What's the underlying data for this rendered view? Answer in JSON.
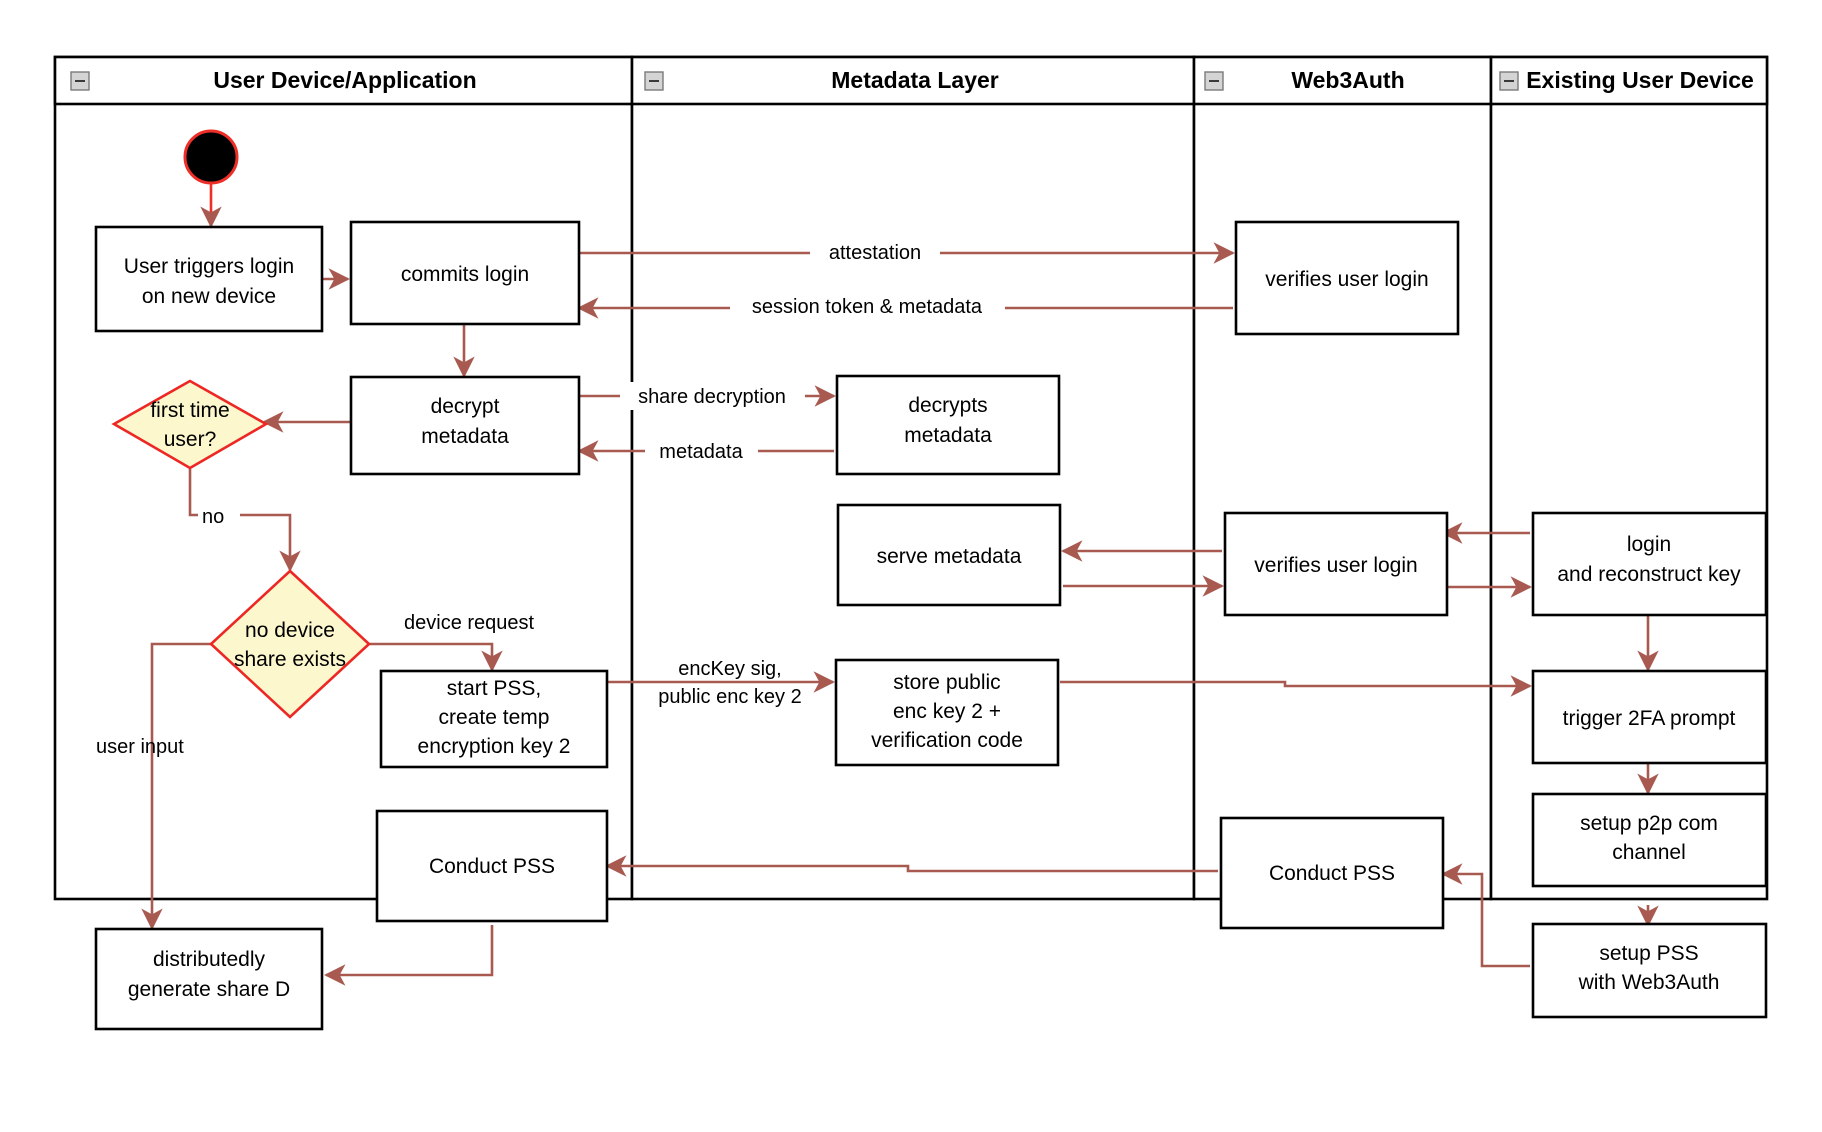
{
  "diagram": {
    "type": "uml-activity-swimlane",
    "title": "Web3Auth new-device login and PSS flow",
    "colors": {
      "lane_border": "#000000",
      "node_border": "#000000",
      "node_fill": "#ffffff",
      "edge": "#a85a50",
      "decision_fill": "#fcf7cc",
      "decision_border": "#ed2724",
      "start_fill": "#000000",
      "start_border": "#ee2f28",
      "collapse_icon_fill": "#d4d4d4"
    },
    "lanes": [
      {
        "id": "lane-user-device",
        "label": "User Device/Application",
        "collapse_icon": "minus-box-icon"
      },
      {
        "id": "lane-metadata",
        "label": "Metadata Layer",
        "collapse_icon": "minus-box-icon"
      },
      {
        "id": "lane-web3auth",
        "label": "Web3Auth",
        "collapse_icon": "minus-box-icon"
      },
      {
        "id": "lane-existing-device",
        "label": "Existing User Device",
        "collapse_icon": "minus-box-icon"
      }
    ],
    "nodes": [
      {
        "id": "start",
        "shape": "initial-node",
        "label": "",
        "lane": "lane-user-device"
      },
      {
        "id": "user-triggers-login",
        "shape": "activity",
        "lane": "lane-user-device",
        "lines": [
          "User triggers login",
          "on new device"
        ]
      },
      {
        "id": "commits-login",
        "shape": "activity",
        "lane": "lane-user-device",
        "lines": [
          "commits login"
        ]
      },
      {
        "id": "verifies-user-login-1",
        "shape": "activity",
        "lane": "lane-web3auth",
        "lines": [
          "verifies user login"
        ]
      },
      {
        "id": "decrypt-metadata",
        "shape": "activity",
        "lane": "lane-user-device",
        "lines": [
          "decrypt",
          "metadata"
        ]
      },
      {
        "id": "first-time-user",
        "shape": "decision",
        "lane": "lane-user-device",
        "lines": [
          "first time",
          "user?"
        ]
      },
      {
        "id": "decrypts-metadata",
        "shape": "activity",
        "lane": "lane-metadata",
        "lines": [
          "decrypts",
          "metadata"
        ]
      },
      {
        "id": "serve-metadata",
        "shape": "activity",
        "lane": "lane-metadata",
        "lines": [
          "serve metadata"
        ]
      },
      {
        "id": "verifies-user-login-2",
        "shape": "activity",
        "lane": "lane-web3auth",
        "lines": [
          "verifies user login"
        ]
      },
      {
        "id": "login-reconstruct-key",
        "shape": "activity",
        "lane": "lane-existing-device",
        "lines": [
          "login",
          "and reconstruct key"
        ]
      },
      {
        "id": "no-device-share-exists",
        "shape": "decision",
        "lane": "lane-user-device",
        "lines": [
          "no device",
          "share exists"
        ]
      },
      {
        "id": "start-pss-create-temp-key",
        "shape": "activity",
        "lane": "lane-user-device",
        "lines": [
          "start PSS,",
          "create temp",
          "encryption key 2"
        ]
      },
      {
        "id": "store-public-enc-key",
        "shape": "activity",
        "lane": "lane-metadata",
        "lines": [
          "store public",
          "enc key 2 +",
          "verification code"
        ]
      },
      {
        "id": "trigger-2fa-prompt",
        "shape": "activity",
        "lane": "lane-existing-device",
        "lines": [
          "trigger 2FA prompt"
        ]
      },
      {
        "id": "setup-p2p-com-channel",
        "shape": "activity",
        "lane": "lane-existing-device",
        "lines": [
          "setup p2p com",
          "channel"
        ]
      },
      {
        "id": "conduct-pss-user",
        "shape": "activity",
        "lane": "lane-user-device",
        "lines": [
          "Conduct PSS"
        ]
      },
      {
        "id": "conduct-pss-web3auth",
        "shape": "activity",
        "lane": "lane-web3auth",
        "lines": [
          "Conduct PSS"
        ]
      },
      {
        "id": "setup-pss-with-web3auth",
        "shape": "activity",
        "lane": "lane-existing-device",
        "lines": [
          "setup PSS",
          "with Web3Auth"
        ]
      },
      {
        "id": "distributedly-generate-share-d",
        "shape": "activity",
        "lane": "lane-user-device",
        "lines": [
          "distributedly",
          "generate share D"
        ]
      }
    ],
    "edges": [
      {
        "id": "edge-start-to-trigger",
        "from": "start",
        "to": "user-triggers-login",
        "label": ""
      },
      {
        "id": "edge-trigger-to-commits",
        "from": "user-triggers-login",
        "to": "commits-login",
        "label": ""
      },
      {
        "id": "edge-commits-to-verifies",
        "from": "commits-login",
        "to": "verifies-user-login-1",
        "label": "attestation"
      },
      {
        "id": "edge-verifies-to-commits",
        "from": "verifies-user-login-1",
        "to": "commits-login",
        "label": "session token & metadata"
      },
      {
        "id": "edge-commits-to-decrypt",
        "from": "commits-login",
        "to": "decrypt-metadata",
        "label": ""
      },
      {
        "id": "edge-decrypt-to-decrypts",
        "from": "decrypt-metadata",
        "to": "decrypts-metadata",
        "label": "share decryption"
      },
      {
        "id": "edge-decrypts-to-decrypt",
        "from": "decrypts-metadata",
        "to": "decrypt-metadata",
        "label": "metadata"
      },
      {
        "id": "edge-decrypt-to-firsttime",
        "from": "decrypt-metadata",
        "to": "first-time-user",
        "label": ""
      },
      {
        "id": "edge-firsttime-to-nodevice",
        "from": "first-time-user",
        "to": "no-device-share-exists",
        "label": "no"
      },
      {
        "id": "edge-existing-to-verifies2",
        "from": "login-reconstruct-key",
        "to": "verifies-user-login-2",
        "label": ""
      },
      {
        "id": "edge-verifies2-to-existing",
        "from": "verifies-user-login-2",
        "to": "login-reconstruct-key",
        "label": ""
      },
      {
        "id": "edge-verifies2-to-serve",
        "from": "verifies-user-login-2",
        "to": "serve-metadata",
        "label": ""
      },
      {
        "id": "edge-serve-to-verifies2",
        "from": "serve-metadata",
        "to": "verifies-user-login-2",
        "label": ""
      },
      {
        "id": "edge-nodevice-to-startpss",
        "from": "no-device-share-exists",
        "to": "start-pss-create-temp-key",
        "label": "device request"
      },
      {
        "id": "edge-startpss-to-store",
        "from": "start-pss-create-temp-key",
        "to": "store-public-enc-key",
        "label": "encKey sig,\npublic enc key 2"
      },
      {
        "id": "edge-store-to-2fa",
        "from": "store-public-enc-key",
        "to": "trigger-2fa-prompt",
        "label": ""
      },
      {
        "id": "edge-login-to-2fa",
        "from": "login-reconstruct-key",
        "to": "trigger-2fa-prompt",
        "label": ""
      },
      {
        "id": "edge-2fa-to-p2p",
        "from": "trigger-2fa-prompt",
        "to": "setup-p2p-com-channel",
        "label": ""
      },
      {
        "id": "edge-p2p-to-setuppss",
        "from": "setup-p2p-com-channel",
        "to": "setup-pss-with-web3auth",
        "label": ""
      },
      {
        "id": "edge-setuppss-to-conductpss-web3auth",
        "from": "setup-pss-with-web3auth",
        "to": "conduct-pss-web3auth",
        "label": ""
      },
      {
        "id": "edge-conductpss-web3auth-to-user",
        "from": "conduct-pss-web3auth",
        "to": "conduct-pss-user",
        "label": ""
      },
      {
        "id": "edge-nodevice-to-generate",
        "from": "no-device-share-exists",
        "to": "distributedly-generate-share-d",
        "label": "user input"
      },
      {
        "id": "edge-conductpss-to-generate",
        "from": "conduct-pss-user",
        "to": "distributedly-generate-share-d",
        "label": ""
      }
    ],
    "edge_labels": {
      "attestation": "attestation",
      "session_token": "session token & metadata",
      "share_decryption": "share decryption",
      "metadata": "metadata",
      "no": "no",
      "device_request": "device request",
      "enckey_sig_line1": "encKey sig,",
      "enckey_sig_line2": "public enc key 2",
      "user_input": "user input"
    },
    "node_labels": {
      "user_triggers_login_l1": "User triggers login",
      "user_triggers_login_l2": "on new device",
      "commits_login": "commits login",
      "verifies_user_login_1": "verifies user login",
      "decrypt_metadata_l1": "decrypt",
      "decrypt_metadata_l2": "metadata",
      "first_time_user_l1": "first time",
      "first_time_user_l2": "user?",
      "decrypts_metadata_l1": "decrypts",
      "decrypts_metadata_l2": "metadata",
      "serve_metadata": "serve metadata",
      "verifies_user_login_2": "verifies user login",
      "login_reconstruct_l1": "login",
      "login_reconstruct_l2": "and reconstruct key",
      "no_device_share_l1": "no device",
      "no_device_share_l2": "share exists",
      "start_pss_l1": "start PSS,",
      "start_pss_l2": "create temp",
      "start_pss_l3": "encryption key 2",
      "store_public_l1": "store public",
      "store_public_l2": "enc key 2 +",
      "store_public_l3": "verification code",
      "trigger_2fa": "trigger 2FA prompt",
      "setup_p2p_l1": "setup p2p com",
      "setup_p2p_l2": "channel",
      "conduct_pss_user": "Conduct PSS",
      "conduct_pss_web3auth": "Conduct PSS",
      "setup_pss_web3auth_l1": "setup PSS",
      "setup_pss_web3auth_l2": "with Web3Auth",
      "distributedly_l1": "distributedly",
      "distributedly_l2": "generate share D"
    }
  }
}
